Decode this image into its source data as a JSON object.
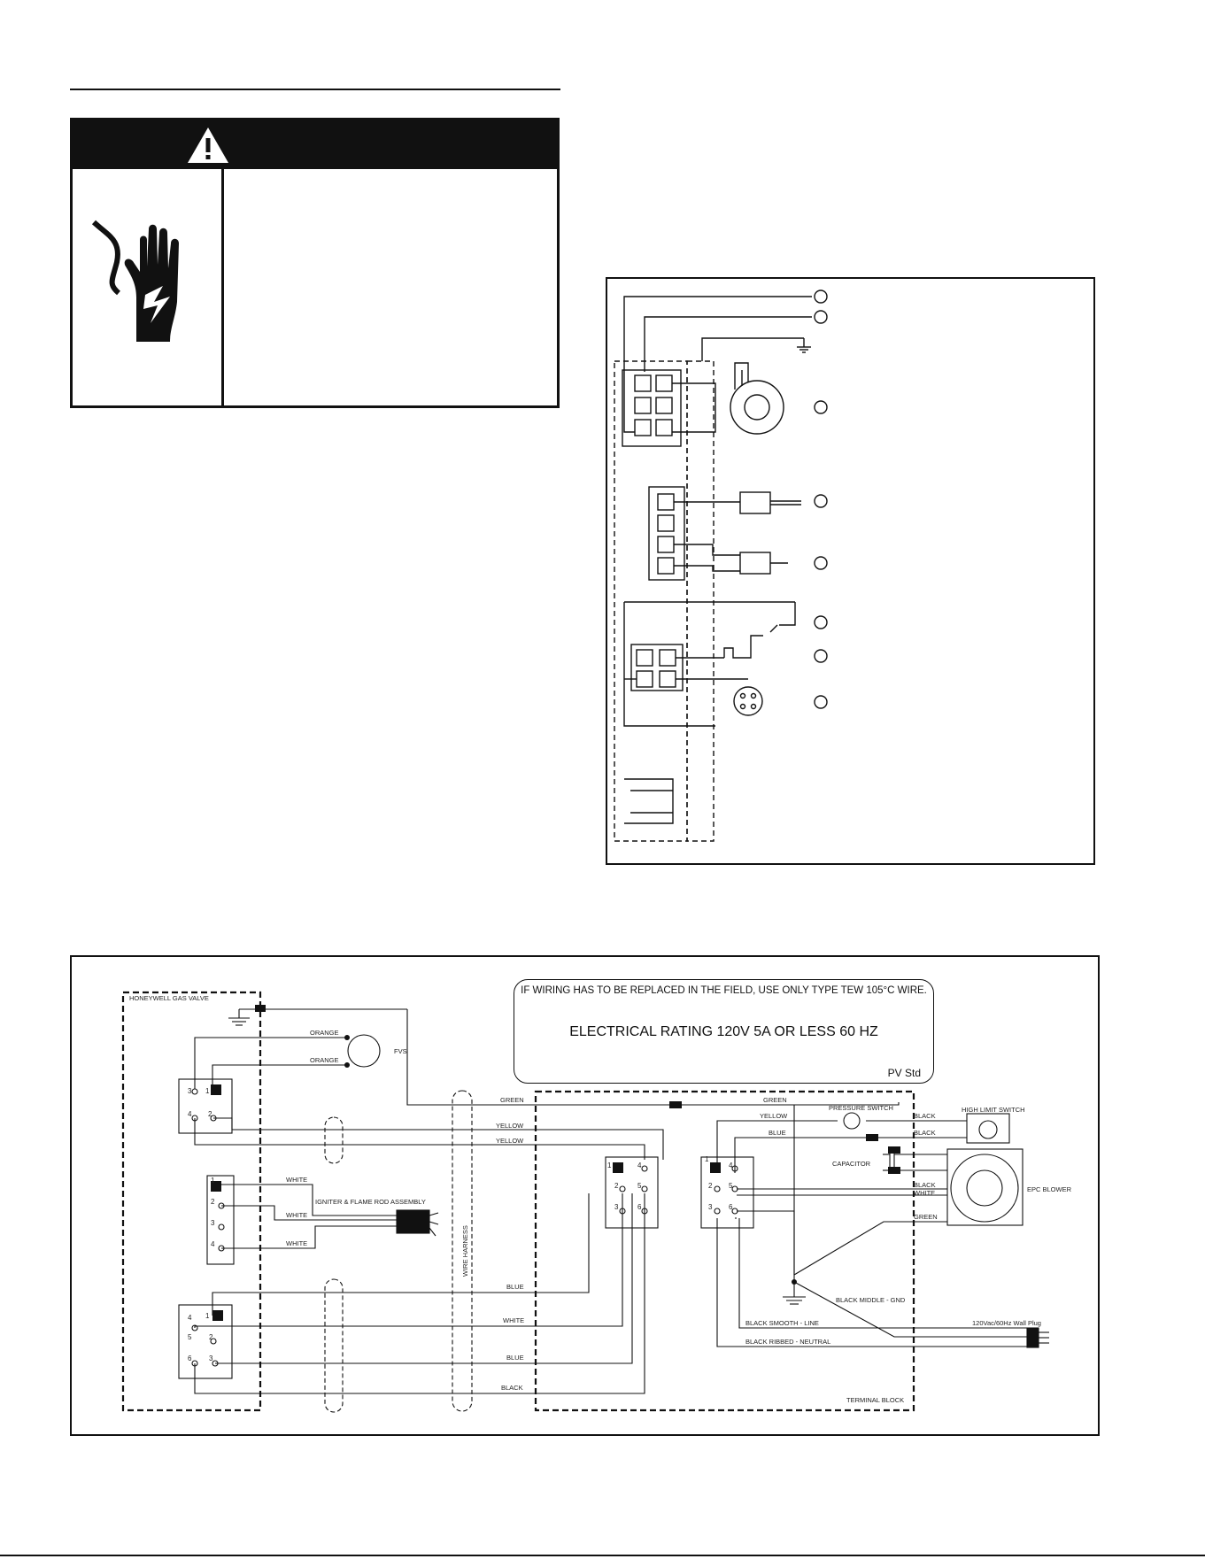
{
  "schematic": {
    "note_line1": "IF WIRING HAS TO BE REPLACED IN THE FIELD, USE ONLY TYPE TEW 105°C WIRE.",
    "note_line2": "ELECTRICAL RATING 120V 5A OR LESS 60 HZ",
    "model": "PV Std",
    "labels": {
      "honeywell": "HONEYWELL GAS VALVE",
      "orange1": "ORANGE",
      "orange2": "ORANGE",
      "fvs": "FVS",
      "green_left": "GREEN",
      "green_right": "GREEN",
      "yellow1": "YELLOW",
      "yellow2": "YELLOW",
      "yellow_r": "YELLOW",
      "blue_r": "BLUE",
      "white1": "WHITE",
      "white2": "WHITE",
      "white3": "WHITE",
      "igniter": "IGNITER & FLAME ROD ASSEMBLY",
      "wire_harness": "WIRE HARNESS",
      "blue_b1": "BLUE",
      "white_b": "WHITE",
      "blue_b2": "BLUE",
      "black_b": "BLACK",
      "pressure_switch": "PRESSURE SWITCH",
      "high_limit": "HIGH LIMIT SWITCH",
      "black1": "BLACK",
      "black2": "BLACK",
      "capacitor": "CAPACITOR",
      "black3": "BLACK",
      "white4": "WHITE",
      "green3": "GREEN",
      "epc_blower": "EPC BLOWER",
      "black_middle": "BLACK MIDDLE - GND",
      "black_smooth": "BLACK SMOOTH - LINE",
      "wall_plug": "120Vac/60Hz Wall Plug",
      "black_ribbed": "BLACK RIBBED - NEUTRAL",
      "terminal_block": "TERMINAL BLOCK"
    },
    "pins": {
      "p3": "3",
      "p1": "1",
      "p4": "4",
      "p2": "2",
      "i1": "1",
      "i2": "2",
      "i3": "3",
      "i4": "4",
      "v4": "4",
      "v1": "1",
      "v5": "5",
      "v2": "2",
      "v6": "6",
      "v3": "3",
      "m1": "1",
      "m4": "4",
      "m2": "2",
      "m5": "5",
      "m3": "3",
      "m6": "6",
      "n1": "1",
      "n4": "4",
      "n2": "2",
      "n5": "5",
      "n3": "3",
      "n6": "6"
    }
  }
}
